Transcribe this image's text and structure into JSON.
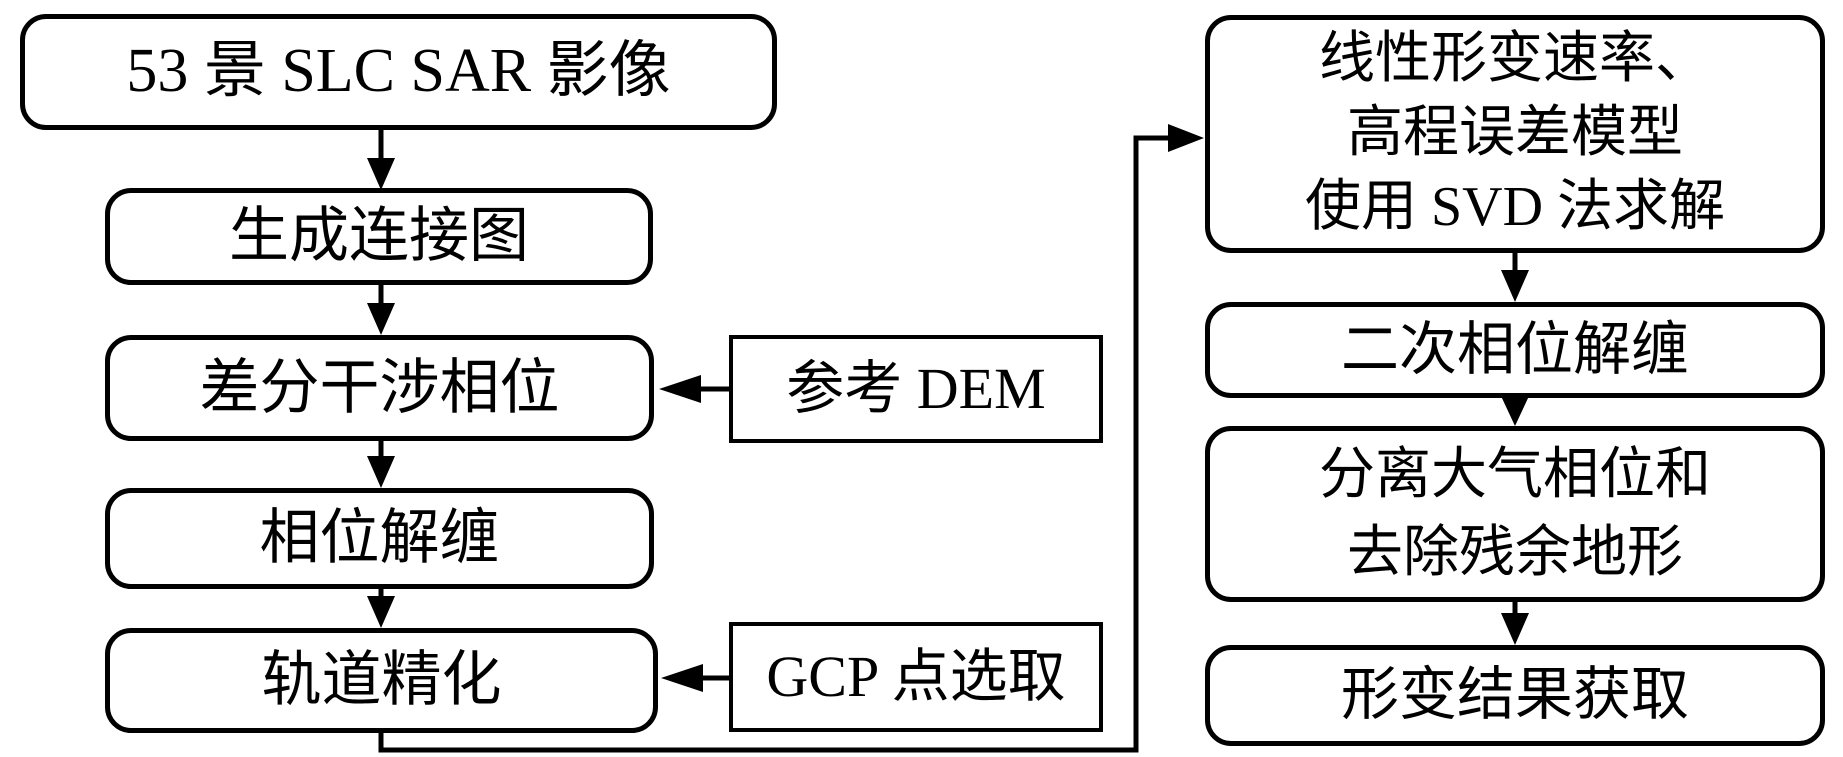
{
  "diagram": {
    "title": "SBAS-InSAR processing flowchart",
    "background_color": "#ffffff",
    "line_color": "#000000",
    "nodes": {
      "slc": {
        "label": "53 景 SLC  SAR 影像"
      },
      "connection_graph": {
        "label": "生成连接图"
      },
      "diff_phase": {
        "label": "差分干涉相位"
      },
      "phase_unwrap": {
        "label": "相位解缠"
      },
      "orbit_refine": {
        "label": "轨道精化"
      },
      "ref_dem": {
        "label": "参考 DEM"
      },
      "gcp": {
        "label": "GCP 点选取"
      },
      "svd": {
        "lines": [
          "线性形变速率、",
          "高程误差模型",
          "使用 SVD 法求解"
        ]
      },
      "second_unwrap": {
        "label": "二次相位解缠"
      },
      "atmos": {
        "lines": [
          "分离大气相位和",
          "去除残余地形"
        ]
      },
      "deform_result": {
        "label": "形变结果获取"
      }
    }
  }
}
